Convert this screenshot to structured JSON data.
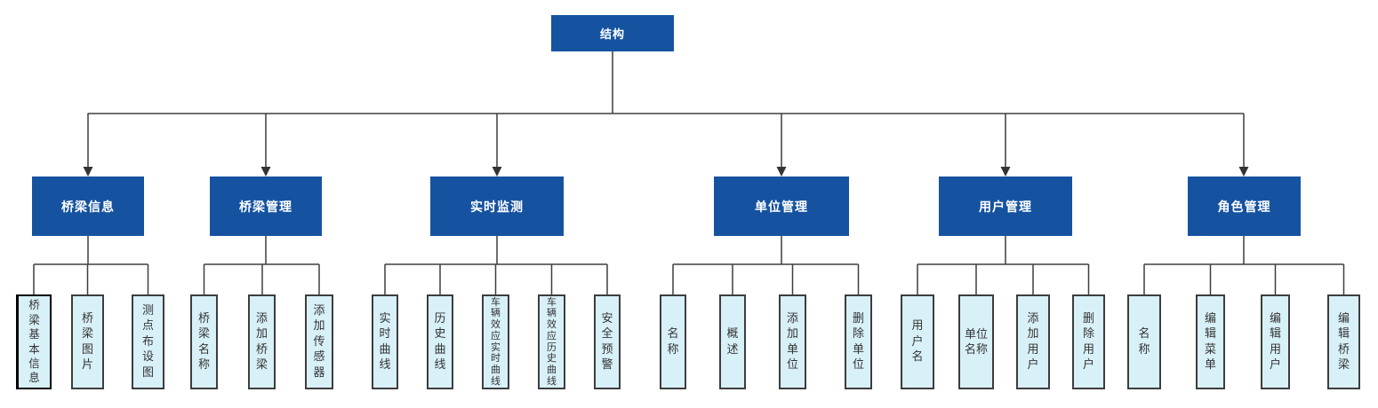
{
  "diagram": {
    "root": {
      "label": "结构"
    },
    "branches": [
      {
        "label": "桥梁信息",
        "leaves": [
          {
            "label": "桥梁基本信息"
          },
          {
            "label": "桥梁图片"
          },
          {
            "label": "测点布设图"
          }
        ]
      },
      {
        "label": "桥梁管理",
        "leaves": [
          {
            "label": "桥梁名称"
          },
          {
            "label": "添加桥梁"
          },
          {
            "label": "添加传感器"
          }
        ]
      },
      {
        "label": "实时监测",
        "leaves": [
          {
            "label": "实时曲线"
          },
          {
            "label": "历史曲线"
          },
          {
            "label": "车辆效应实时曲线"
          },
          {
            "label": "车辆效应历史曲线"
          },
          {
            "label": "安全预警"
          }
        ]
      },
      {
        "label": "单位管理",
        "leaves": [
          {
            "label": "名称"
          },
          {
            "label": "概述"
          },
          {
            "label": "添加单位"
          },
          {
            "label": "删除单位"
          }
        ]
      },
      {
        "label": "用户管理",
        "leaves": [
          {
            "label": "用户名"
          },
          {
            "label": "单位名称"
          },
          {
            "label": "添加用户"
          },
          {
            "label": "删除用户"
          }
        ]
      },
      {
        "label": "角色管理",
        "leaves": [
          {
            "label": "名称"
          },
          {
            "label": "编辑菜单"
          },
          {
            "label": "编辑用户"
          },
          {
            "label": "编辑桥梁"
          }
        ]
      }
    ],
    "colors": {
      "node_fill": "#1553a1",
      "node_text": "#ffffff",
      "leaf_fill": "#d8f0f8",
      "leaf_border": "#3d3d3d",
      "connector": "#3f3f3f"
    }
  }
}
